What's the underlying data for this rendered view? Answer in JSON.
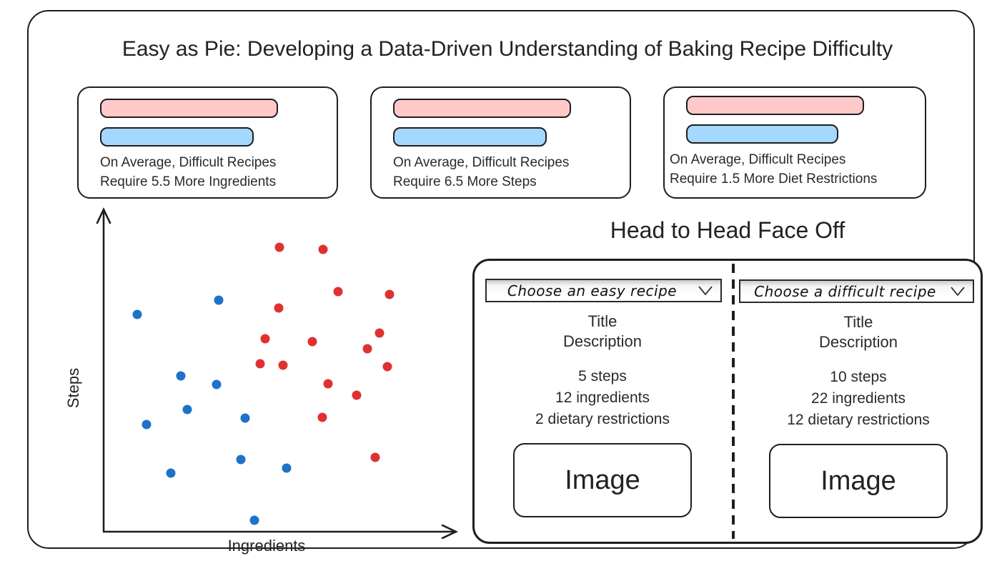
{
  "page": {
    "title": "Easy as Pie: Developing a Data-Driven Understanding of Baking Recipe Difficulty"
  },
  "colors": {
    "difficult_bar": "#ffc9c9",
    "easy_bar": "#a5d8ff",
    "difficult_dot": "#e03131",
    "easy_dot": "#1e72c8",
    "ink": "#1e1e1e"
  },
  "stat_cards": [
    {
      "line1": "On Average, Difficult Recipes",
      "line2": "Require 5.5 More Ingredients",
      "difficult_bar_pct": 69,
      "easy_bar_pct": 59.5
    },
    {
      "line1": "On Average, Difficult Recipes",
      "line2": "Require 6.5 More Steps",
      "difficult_bar_pct": 69,
      "easy_bar_pct": 59.5
    },
    {
      "line1": "On Average, Difficult Recipes",
      "line2": "Require 1.5 More Diet Restrictions",
      "difficult_bar_pct": 68.5,
      "easy_bar_pct": 58.5
    }
  ],
  "chart_data": {
    "type": "scatter",
    "title": "",
    "xlabel": "Ingredients",
    "ylabel": "Steps",
    "axis_ticks": "none shown (conceptual sketch, units are % of plot area, x from left, y from bottom)",
    "legend_position": "none",
    "grid": false,
    "series": [
      {
        "name": "easy-recipe",
        "color": "#1e72c8",
        "points": [
          [
            31.5,
            71.7
          ],
          [
            8.9,
            67.3
          ],
          [
            21.0,
            48.0
          ],
          [
            31.0,
            45.3
          ],
          [
            22.8,
            37.4
          ],
          [
            11.5,
            32.7
          ],
          [
            38.9,
            34.8
          ],
          [
            37.7,
            21.7
          ],
          [
            50.4,
            19.1
          ],
          [
            18.3,
            17.5
          ],
          [
            41.5,
            2.7
          ]
        ]
      },
      {
        "name": "difficult-recipe",
        "color": "#e03131",
        "points": [
          [
            48.4,
            88.3
          ],
          [
            60.5,
            87.7
          ],
          [
            64.7,
            74.4
          ],
          [
            79.0,
            73.5
          ],
          [
            48.2,
            69.3
          ],
          [
            44.4,
            59.6
          ],
          [
            57.5,
            58.7
          ],
          [
            76.2,
            61.4
          ],
          [
            72.8,
            56.5
          ],
          [
            43.1,
            51.8
          ],
          [
            49.4,
            51.3
          ],
          [
            78.4,
            50.9
          ],
          [
            61.9,
            45.5
          ],
          [
            69.8,
            41.9
          ],
          [
            60.3,
            35.0
          ],
          [
            75.0,
            22.4
          ]
        ]
      }
    ]
  },
  "head_to_head": {
    "title": "Head to Head Face Off",
    "easy": {
      "dropdown_label": "Choose an easy recipe",
      "title": "Title",
      "description": "Description",
      "stats": [
        "5 steps",
        "12 ingredients",
        "2 dietary restrictions"
      ],
      "image_placeholder": "Image"
    },
    "difficult": {
      "dropdown_label": "Choose a difficult recipe",
      "title": "Title",
      "description": "Description",
      "stats": [
        "10 steps",
        "22 ingredients",
        "12 dietary restrictions"
      ],
      "image_placeholder": "Image"
    }
  }
}
